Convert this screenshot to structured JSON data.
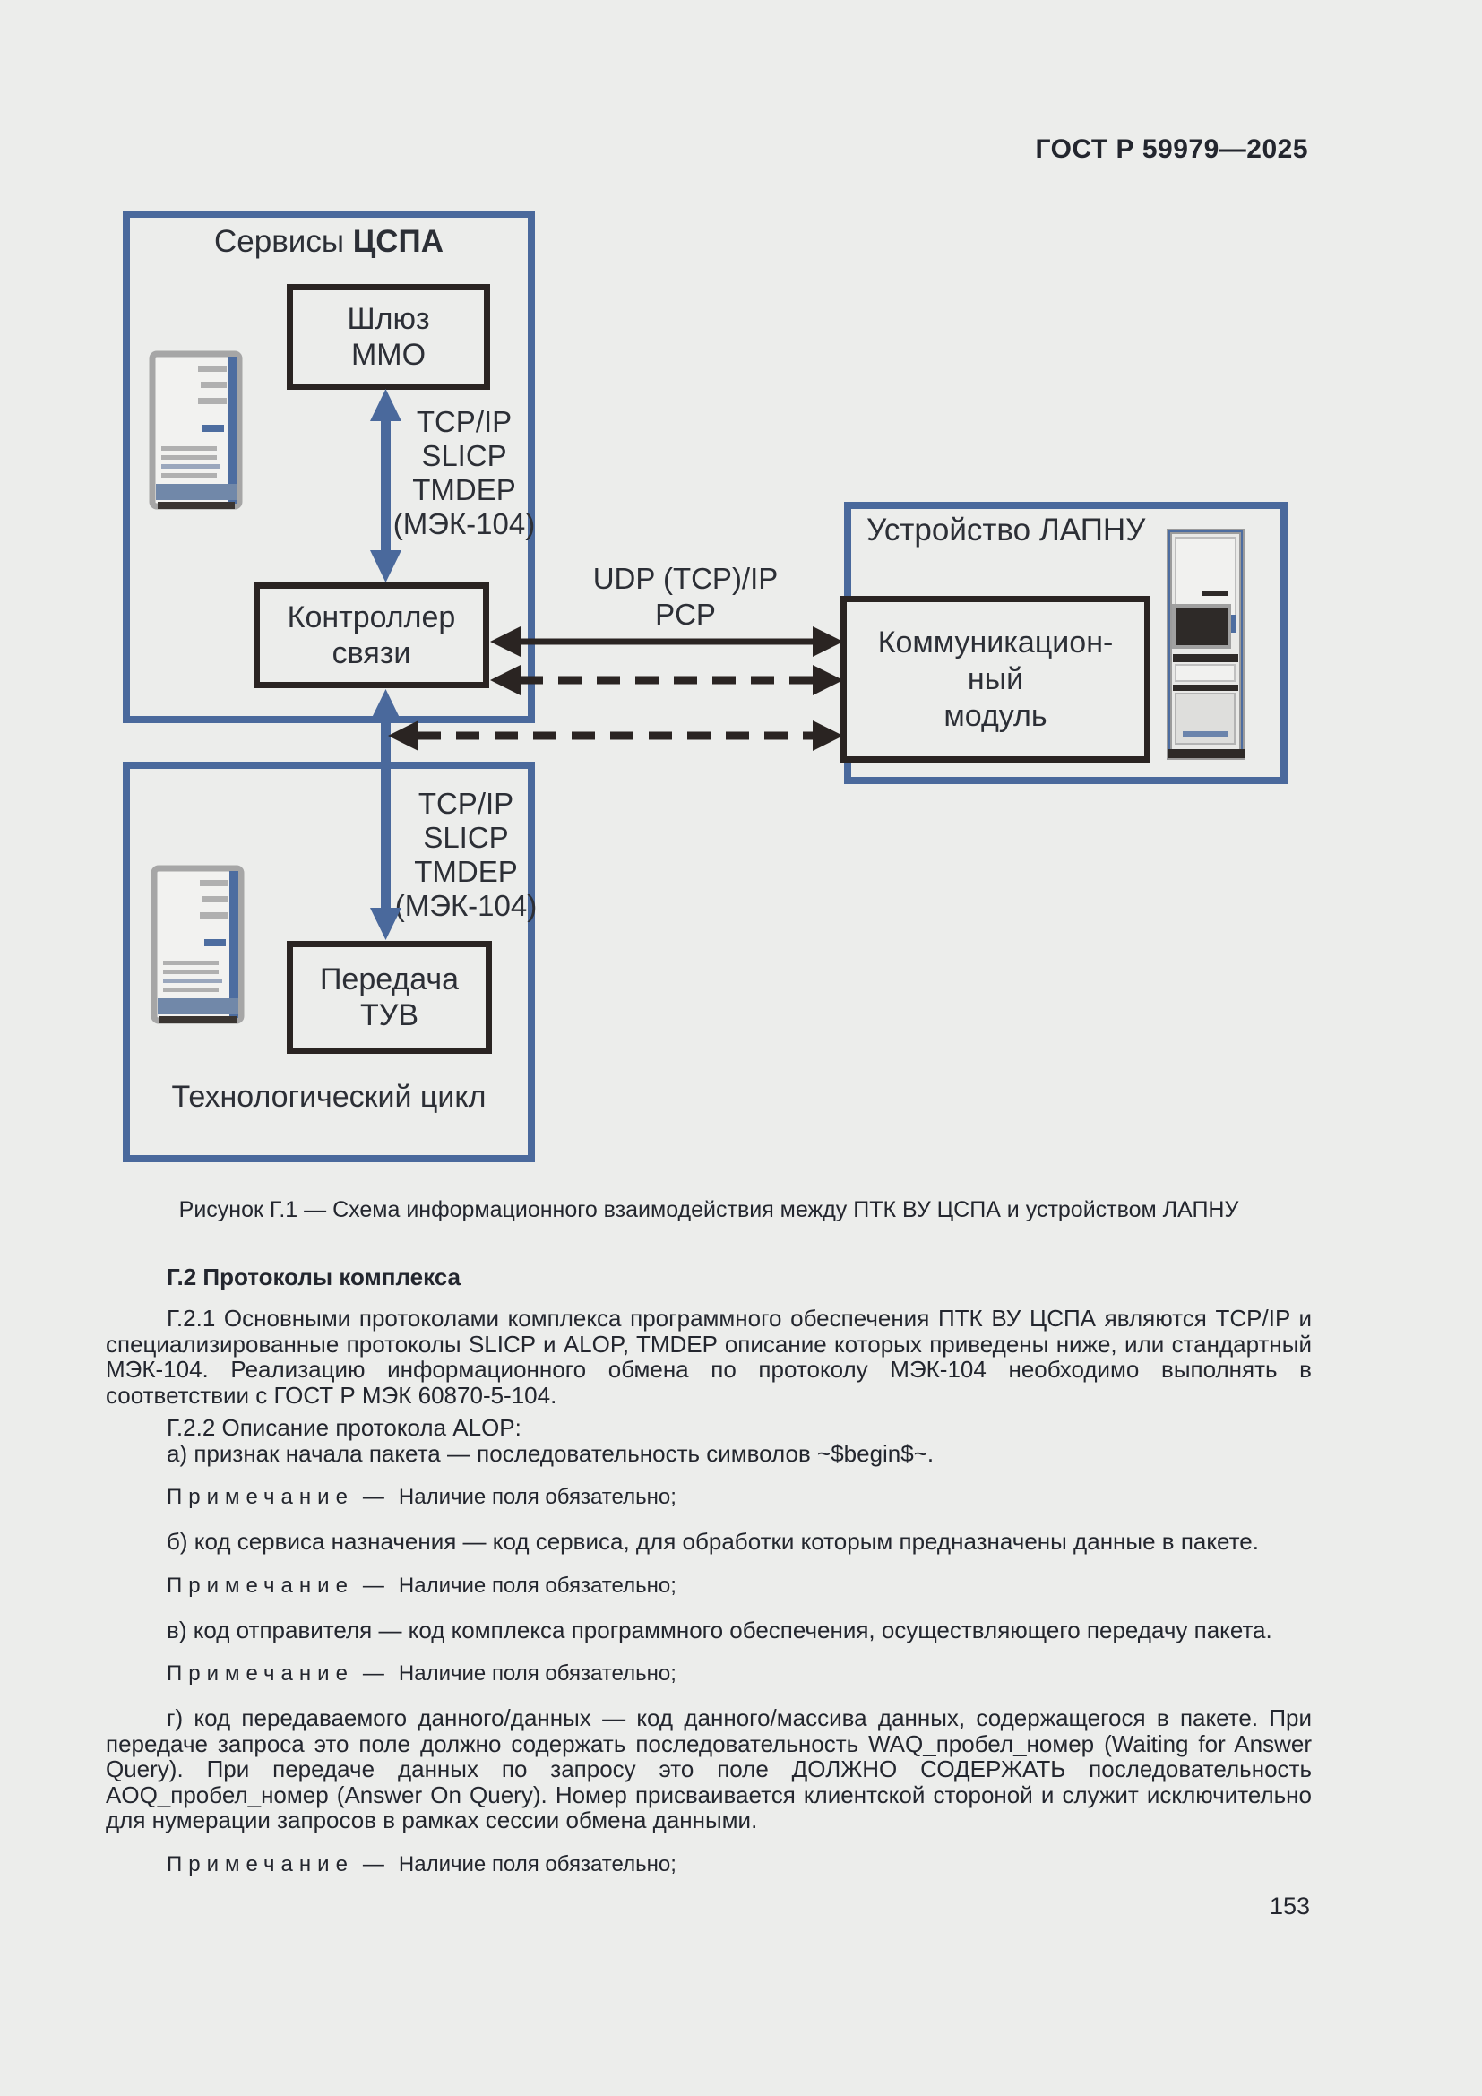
{
  "page": {
    "header_code": "ГОСТ Р 59979—2025",
    "page_number": "153"
  },
  "colors": {
    "accent_blue": "#4a699c",
    "line_black": "#2a2422",
    "page_bg": "#ecedeb"
  },
  "diagram": {
    "services_group": {
      "title_regular": "Сервисы ",
      "title_bold": "ЦСПА"
    },
    "gateway_box": {
      "lines": [
        "Шлюз",
        "ММО"
      ]
    },
    "protocol_stack_top": {
      "lines": [
        "TCP/IP",
        "SLICP",
        "TMDEP",
        "(МЭК-104)"
      ]
    },
    "controller_box": {
      "lines": [
        "Контроллер",
        "связи"
      ]
    },
    "link_label": {
      "lines": [
        "UDP (TCP)/IP",
        "PCP"
      ]
    },
    "device_group": {
      "title": "Устройство ЛАПНУ"
    },
    "comm_module_box": {
      "lines": [
        "Коммуникацион-",
        "ный",
        "модуль"
      ]
    },
    "protocol_stack_bottom": {
      "lines": [
        "TCP/IP",
        "SLICP",
        "TMDEP",
        "(МЭК-104)"
      ]
    },
    "transfer_box": {
      "lines": [
        "Передача",
        "ТУВ"
      ]
    },
    "tech_cycle_label": "Технологический цикл",
    "icons": {
      "server_top": "server-tower",
      "server_bottom": "server-tower",
      "rack": "equipment-cabinet"
    }
  },
  "figure_caption": "Рисунок Г.1 — Схема информационного взаимодействия между ПТК ВУ ЦСПА и устройством ЛАПНУ",
  "section": {
    "heading": "Г.2 Протоколы комплекса",
    "note_label": "Примечание",
    "note_dash": "—",
    "blocks": [
      {
        "kind": "para",
        "text": "Г.2.1 Основными протоколами комплекса программного обеспечения ПТК ВУ ЦСПА являются TCP/IP и специализированные протоколы SLICP и ALOP, TMDEP описание которых приведены ниже, или стандартный МЭК-104. Реализацию информационного обмена по протоколу МЭК-104 необходимо выполнять в соответствии с ГОСТ Р МЭК 60870-5-104."
      },
      {
        "kind": "para",
        "text": "Г.2.2 Описание протокола ALOP:"
      },
      {
        "kind": "para",
        "text": "а) признак начала пакета — последовательность символов ~$begin$~."
      },
      {
        "kind": "note",
        "text": "Наличие поля обязательно;"
      },
      {
        "kind": "para",
        "text": "б) код сервиса назначения — код сервиса, для обработки которым предназначены данные в пакете."
      },
      {
        "kind": "note",
        "text": "Наличие поля обязательно;"
      },
      {
        "kind": "para",
        "text": "в) код отправителя — код комплекса программного обеспечения, осуществляющего передачу пакета."
      },
      {
        "kind": "note",
        "text": "Наличие поля обязательно;"
      },
      {
        "kind": "para",
        "text": "г) код передаваемого данного/данных — код данного/массива данных, содержащегося в пакете. При передаче запроса это поле должно содержать последовательность WAQ_пробел_номер (Waiting for Answer Query). При передаче данных по запросу это поле ДОЛЖНО СОДЕРЖАТЬ последовательность AOQ_пробел_номер (Answer On Query). Номер присваивается клиентской стороной и служит исключительно для нумерации запросов в рамках сессии обмена данными."
      },
      {
        "kind": "note",
        "text": "Наличие поля обязательно;"
      }
    ]
  }
}
